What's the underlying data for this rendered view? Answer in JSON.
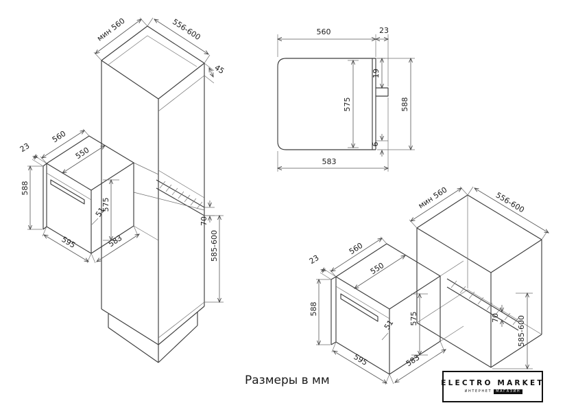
{
  "caption": "Размеры в мм",
  "logo": {
    "line1": "ELECTRO MARKET",
    "line2_left": "ИНТЕРНЕТ",
    "line2_right": "МАГАЗИН"
  },
  "drawings": {
    "column": {
      "labels": {
        "min_width": "мин 560",
        "niche_depth": "556-600",
        "top_rail": "45",
        "oven_depth": "560",
        "inner_width": "550",
        "door_gap": "23",
        "oven_height": "588",
        "inner_height": "575",
        "handle": "51",
        "rail_height": "70",
        "niche_height": "585-600",
        "front_width": "595",
        "body_depth": "583"
      }
    },
    "side_view": {
      "labels": {
        "depth": "560",
        "front_offset": "23",
        "top_offset": "19",
        "body_height": "575",
        "total_height": "588",
        "bottom_offset": "6",
        "total_depth": "583"
      }
    },
    "base_cabinet": {
      "labels": {
        "min_width": "мин 560",
        "niche_depth": "556-600",
        "door_gap": "23",
        "oven_depth": "560",
        "inner_width": "550",
        "oven_height": "588",
        "inner_height": "575",
        "handle": "51",
        "rail_height": "70",
        "niche_height": "585-600",
        "front_width": "595",
        "body_depth": "583"
      }
    }
  }
}
